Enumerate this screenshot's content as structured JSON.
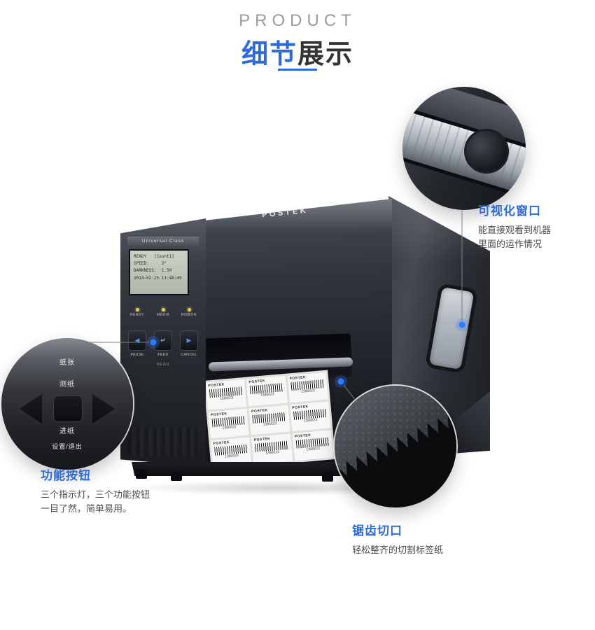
{
  "header": {
    "kicker": "PRODUCT",
    "title_highlight": "细节",
    "title_rest": "展示"
  },
  "printer": {
    "brand": "POSTEK",
    "model_series": "Universal Class",
    "lcd_lines": [
      "READY   [Count1]",
      "SPEED:     3\"",
      "DARKNESS:  1.50",
      "2014-02-25 11:48:45"
    ],
    "indicators": [
      "READY",
      "MEDIA",
      "RIBBON"
    ],
    "buttons": [
      "PAUSE",
      "FEED",
      "CANCEL"
    ],
    "button_glyphs": [
      "◀",
      "↵",
      "▶"
    ],
    "menu_label": "MENU",
    "sticker_brand": "POSTEK",
    "sticker_code": "1386623"
  },
  "callouts": {
    "window": {
      "title": "可视化窗口",
      "desc1": "能直接观看到机器",
      "desc2": "里面的运作情况"
    },
    "function_buttons": {
      "title": "功能按钮",
      "desc1": "三个指示灯，三个功能按钮",
      "desc2": "一目了然，简单易用。",
      "pad_labels": {
        "top": "纸张",
        "upper": "测纸",
        "lower": "进纸",
        "bottom": "设置/退出"
      }
    },
    "cutter": {
      "title": "锯齿切口",
      "desc1": "轻松整齐的切割标签纸"
    }
  },
  "colors": {
    "accent": "#2e6bd8",
    "connector_dot": "#2f7bff"
  }
}
